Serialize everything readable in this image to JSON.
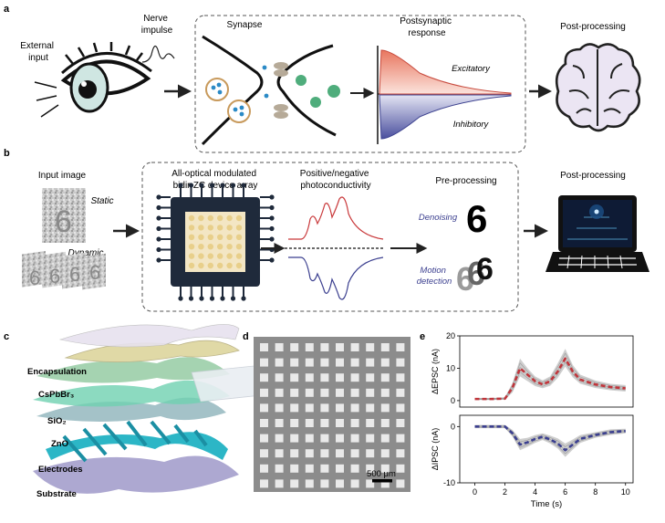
{
  "panel_a": {
    "letter": "a",
    "external_input": [
      "External",
      "input"
    ],
    "nerve_impulse": [
      "Nerve",
      "impulse"
    ],
    "synapse": "Synapse",
    "postsynaptic": [
      "Postsynaptic",
      "response"
    ],
    "excitatory": "Excitatory",
    "inhibitory": "Inhibitory",
    "post_processing": "Post-processing"
  },
  "panel_b": {
    "letter": "b",
    "input_image": "Input image",
    "static": "Static",
    "dynamic": "Dynamic",
    "device_array": [
      "All-optical modulated",
      "bidir-ZC device array"
    ],
    "photoconductivity": [
      "Positive/negative",
      "photoconductivity"
    ],
    "pre_processing": "Pre-processing",
    "denoising": "Denoising",
    "motion_detection": [
      "Motion",
      "detection"
    ],
    "post_processing": "Post-processing"
  },
  "panel_c": {
    "letter": "c",
    "layers": [
      "Encapsulation",
      "CsPbBr₃",
      "SiO₂",
      "ZnO",
      "Electrodes",
      "Substrate"
    ]
  },
  "panel_d": {
    "letter": "d",
    "scale_bar": "500 μm"
  },
  "panel_e": {
    "letter": "e"
  },
  "chart_data": [
    {
      "type": "line",
      "ylabel": "ΔEPSC (nA)",
      "xlim": [
        -1,
        10.5
      ],
      "ylim": [
        -2,
        20
      ],
      "yticks": [
        0,
        10,
        20
      ],
      "x": [
        0,
        1,
        2,
        2.5,
        3,
        3.5,
        4,
        4.5,
        5,
        5.5,
        6,
        6.5,
        7,
        8,
        9,
        10
      ],
      "series": [
        {
          "values": [
            0.5,
            0.5,
            0.6,
            4.0,
            10.0,
            8.0,
            6.0,
            5.0,
            6.0,
            9.0,
            13.0,
            9.0,
            6.5,
            5.0,
            4.2,
            3.8
          ],
          "color": "#c0353b"
        }
      ],
      "band": {
        "lower": [
          0.2,
          0.2,
          0.3,
          2.5,
          7.5,
          6.0,
          4.5,
          3.8,
          4.6,
          7.0,
          10.5,
          7.2,
          5.2,
          3.9,
          3.2,
          2.8
        ],
        "upper": [
          0.8,
          0.8,
          1.0,
          5.5,
          13.0,
          10.0,
          7.5,
          6.3,
          7.5,
          11.5,
          16.0,
          11.0,
          8.0,
          6.2,
          5.2,
          4.8
        ]
      }
    },
    {
      "type": "line",
      "xlabel": "Time (s)",
      "ylabel": "ΔIPSC (nA)",
      "xlim": [
        -1,
        10.5
      ],
      "ylim": [
        -10,
        2
      ],
      "yticks": [
        -10,
        0
      ],
      "xticks": [
        0,
        2,
        4,
        6,
        8,
        10
      ],
      "x": [
        0,
        1,
        2,
        2.5,
        3,
        3.5,
        4,
        4.5,
        5,
        5.5,
        6,
        6.5,
        7,
        8,
        9,
        10
      ],
      "series": [
        {
          "values": [
            0,
            0,
            0,
            -1.2,
            -3.2,
            -2.8,
            -2.2,
            -1.8,
            -2.3,
            -3.0,
            -4.2,
            -3.2,
            -2.2,
            -1.5,
            -1.0,
            -0.8
          ],
          "color": "#3b3f8f"
        }
      ],
      "band": {
        "lower": [
          -0.3,
          -0.3,
          -0.3,
          -1.8,
          -4.2,
          -3.6,
          -2.9,
          -2.4,
          -3.0,
          -3.9,
          -5.4,
          -4.1,
          -2.9,
          -2.0,
          -1.5,
          -1.2
        ],
        "upper": [
          0.3,
          0.3,
          0.3,
          -0.6,
          -2.2,
          -2.0,
          -1.5,
          -1.2,
          -1.6,
          -2.1,
          -3.0,
          -2.3,
          -1.5,
          -1.0,
          -0.5,
          -0.4
        ]
      }
    }
  ]
}
